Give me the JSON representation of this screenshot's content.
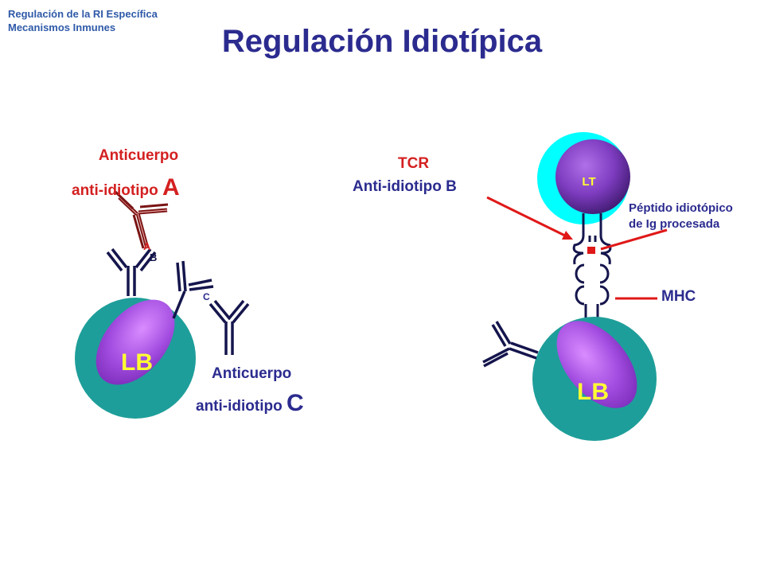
{
  "header": {
    "breadcrumb": [
      "Regulación de la RI Específica",
      "Mecanismos Inmunes"
    ],
    "slide_title": "Regulación Idiotípica"
  },
  "labels": {
    "antibody_a_line1": "Anticuerpo",
    "antibody_a_line2": "anti-idiotipo ",
    "antibody_a_letter": "A",
    "antibody_c_line1": "Anticuerpo",
    "antibody_c_line2": "anti-idiotipo ",
    "antibody_c_letter": "C",
    "tcr_line1": "TCR",
    "tcr_line2": "Anti-idiotipo B",
    "peptide_line1": "Péptido idiotópico",
    "peptide_line2": "de Ig procesada",
    "mhc": "MHC"
  },
  "cells": {
    "left_b_cell": "LB",
    "right_b_cell": "LB",
    "t_cell": "LT"
  },
  "epitopes": {
    "a": "A",
    "b": "B",
    "c": "C"
  },
  "colors": {
    "teal": "#1e9e9a",
    "cyan": "#00ffff",
    "purple": "#a24ce0",
    "navy": "#15154d",
    "dark_red": "#7a1414",
    "red": "#e01818",
    "title_blue": "#2b2b8f"
  }
}
